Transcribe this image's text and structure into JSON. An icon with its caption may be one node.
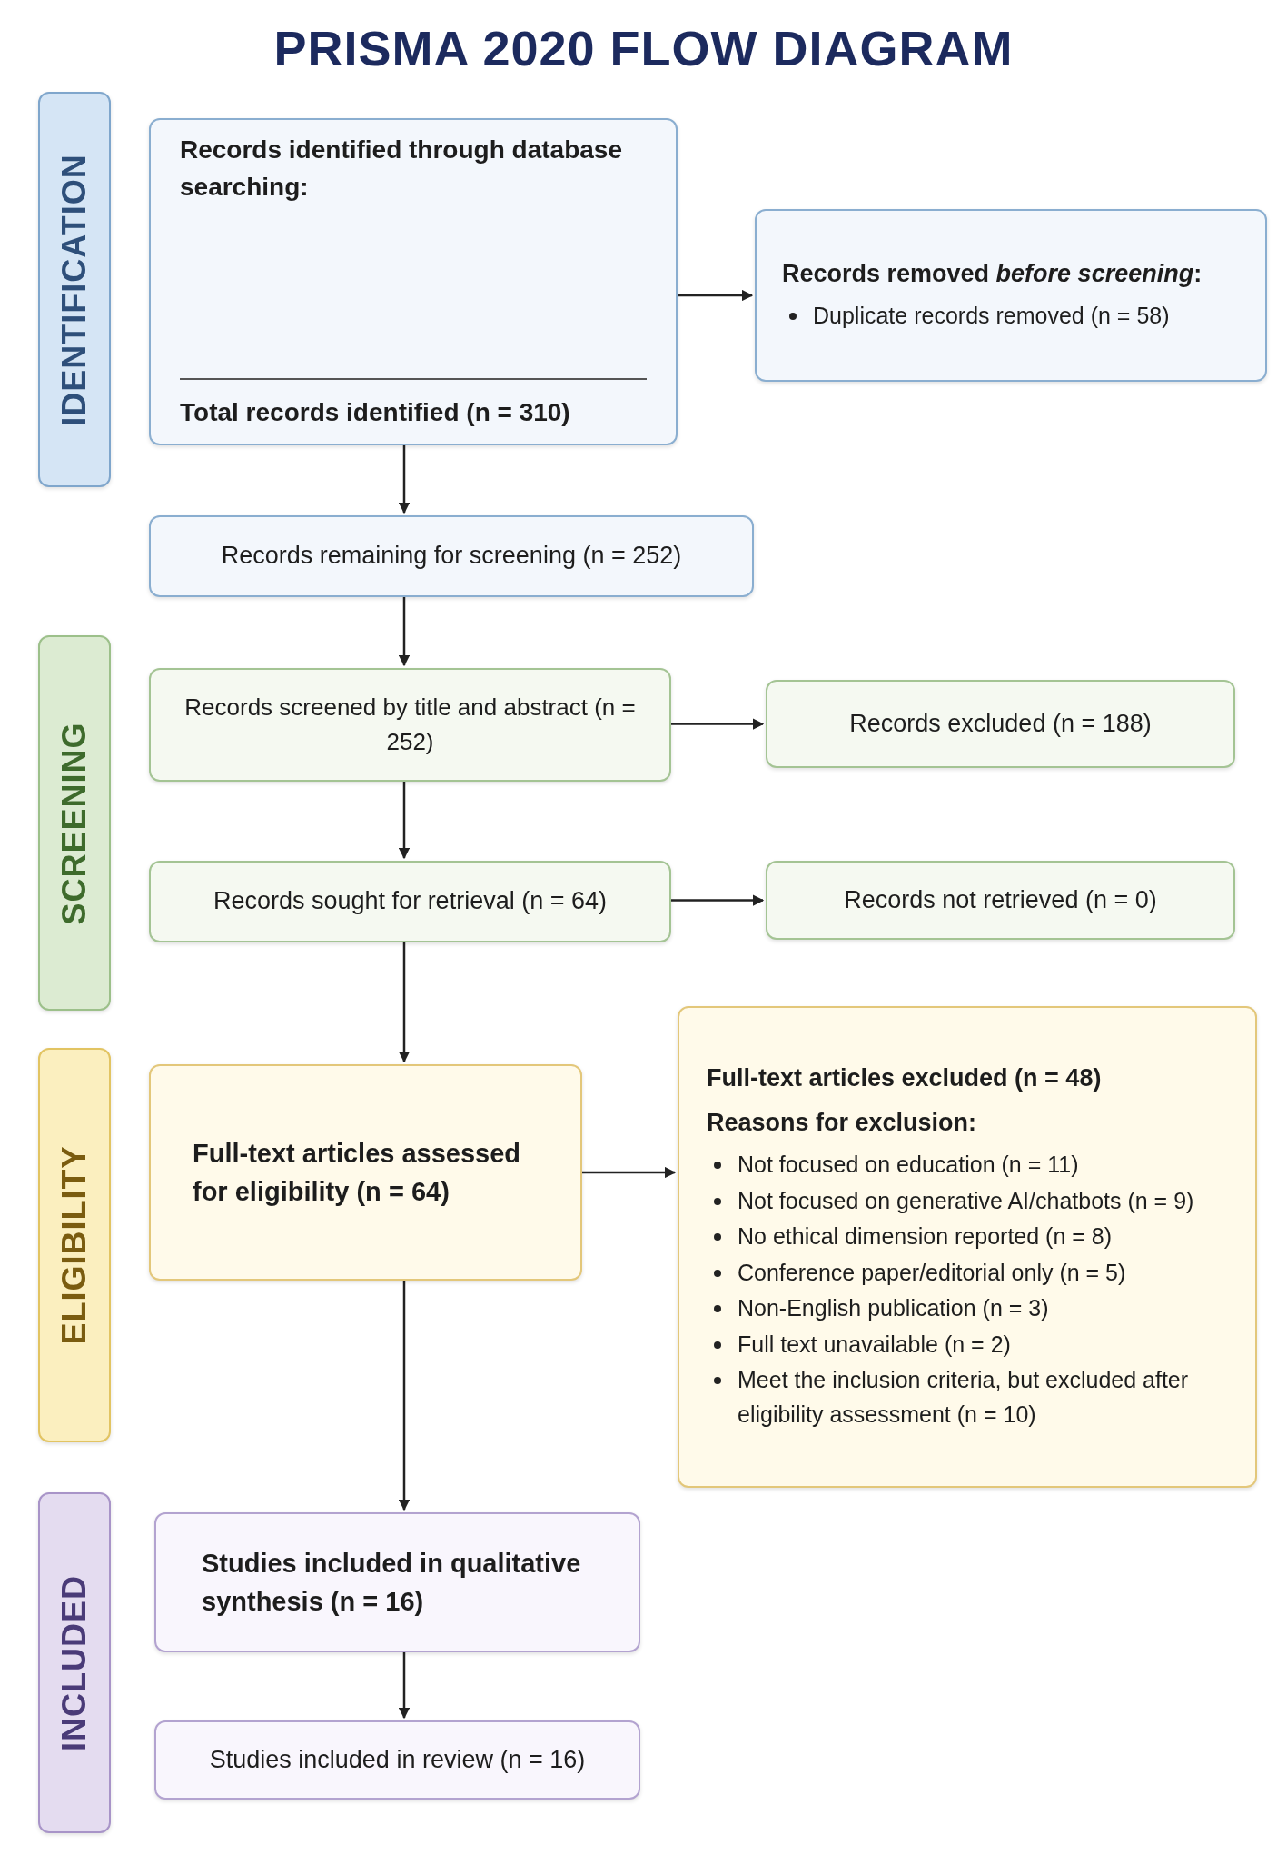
{
  "diagram": {
    "title": "PRISMA 2020 FLOW DIAGRAM",
    "nodes": [
      {
        "text": [
          "IDENTIFICATION"
        ]
      },
      {
        "text": [
          "Records identified through database searching:",
          "Total records identified (n = 310)"
        ]
      },
      {
        "text": [
          "Records removed *before screening*:",
          "Duplicate records removed (n = 58)"
        ]
      },
      {
        "text": [
          "Records remaining for screening (n = 252)"
        ]
      },
      {
        "text": [
          "SCREENING"
        ]
      },
      {
        "text": [
          "Records screened by title and abstract (n = 252)"
        ]
      },
      {
        "text": [
          "Records excluded (n = 188)"
        ]
      },
      {
        "text": [
          "Records sought for retrieval (n = 64)"
        ]
      },
      {
        "text": [
          "Records not retrieved (n = 0)"
        ]
      },
      {
        "text": [
          "ELIGIBILITY"
        ]
      },
      {
        "text": [
          "Full-text articles assessed for eligibility (n = 64)"
        ]
      },
      {
        "text": [
          "Full-text articles excluded (n = 48)",
          "Reasons for exclusion:",
          "Not focused on education (n = 11)",
          "Not focused on generative AI/chatbots (n = 9)",
          "No ethical dimension reported (n = 8)",
          "Conference paper/editorial only (n = 5)",
          "Non-English publication (n = 3)",
          "Full text unavailable (n = 2)",
          "Meet the inclusion criteria, but excluded after eligibility assessment (n = 10)"
        ]
      },
      {
        "text": [
          "INCLUDED"
        ]
      },
      {
        "text": [
          "Studies included in qualitative synthesis (n = 16)"
        ]
      },
      {
        "text": [
          "Studies included in review (n = 16)"
        ]
      }
    ],
    "edges": [
      {
        "from": 1,
        "to": 2,
        "arrow": "to"
      },
      {
        "from": 1,
        "to": 3,
        "arrow": "to"
      },
      {
        "from": 3,
        "to": 5,
        "arrow": "to"
      },
      {
        "from": 5,
        "to": 6,
        "arrow": "to"
      },
      {
        "from": 5,
        "to": 7,
        "arrow": "to"
      },
      {
        "from": 7,
        "to": 8,
        "arrow": "to"
      },
      {
        "from": 7,
        "to": 10,
        "arrow": "to"
      },
      {
        "from": 10,
        "to": 11,
        "arrow": "to"
      },
      {
        "from": 10,
        "to": 13,
        "arrow": "to"
      },
      {
        "from": 13,
        "to": 14,
        "arrow": "to"
      }
    ]
  }
}
